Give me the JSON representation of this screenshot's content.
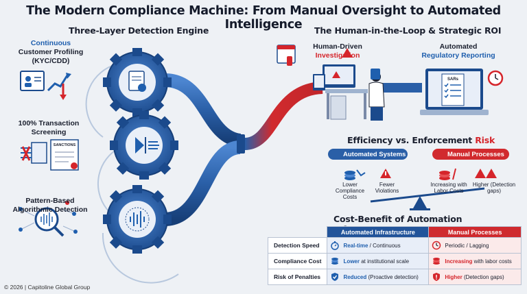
{
  "title": "The Modern Compliance Machine: From Manual Oversight to Automated Intelligence",
  "left": {
    "heading": "Three-Layer Detection Engine",
    "layers": [
      {
        "title_line1": "Continuous",
        "title_rest": "Customer Profiling",
        "title_line3": "(KYC/CDD)",
        "icon": "customer-profile-icon"
      },
      {
        "title_line1": "100% Transaction",
        "title_rest": "Screening",
        "icon": "transaction-screening-icon",
        "doc_label": "SANCTIONS"
      },
      {
        "title_line1": "Pattern-Based",
        "title_rest": "Algorithmic Detection",
        "icon": "pattern-detection-icon"
      }
    ]
  },
  "right": {
    "heading": "The Human-in-the-Loop & Strategic ROI",
    "human": {
      "line1": "Human-Driven",
      "line2": "Investigation"
    },
    "automated": {
      "line1": "Automated",
      "line2": "Regulatory Reporting",
      "doc_label": "SARs"
    }
  },
  "efficiency": {
    "heading_main": "Efficiency vs. Enforcement ",
    "heading_risk": "Risk",
    "automated_pill": "Automated Systems",
    "manual_pill": "Manual Processes",
    "left_items": [
      "Lower Compliance Costs",
      "Fewer Violations"
    ],
    "right_items": [
      "Increasing with Labor Costs",
      "Higher (Detection gaps)"
    ]
  },
  "costbenefit": {
    "heading": "Cost-Benefit of Automation Infrastructure",
    "col_auto": "Automated Infrastructure",
    "col_manual": "Manual Processes",
    "rows": [
      {
        "label": "Detection Speed",
        "auto_bold": "Real-time",
        "auto_rest": " / Continuous",
        "manual_bold": "",
        "manual_rest": "Periodic / Lagging"
      },
      {
        "label": "Compliance Cost",
        "auto_bold": "Lower",
        "auto_rest": " at institutional scale",
        "manual_bold": "Increasing",
        "manual_rest": " with labor costs"
      },
      {
        "label": "Risk of Penalties",
        "auto_bold": "Reduced",
        "auto_rest": " (Proactive detection)",
        "manual_bold": "Higher",
        "manual_rest": " (Detection gaps)"
      }
    ]
  },
  "footer": "© 2026 | Capitoline Global Group",
  "colors": {
    "blue": "#1f5fae",
    "red": "#d5252b",
    "dark_blue": "#22549a",
    "background": "#eef1f5"
  }
}
